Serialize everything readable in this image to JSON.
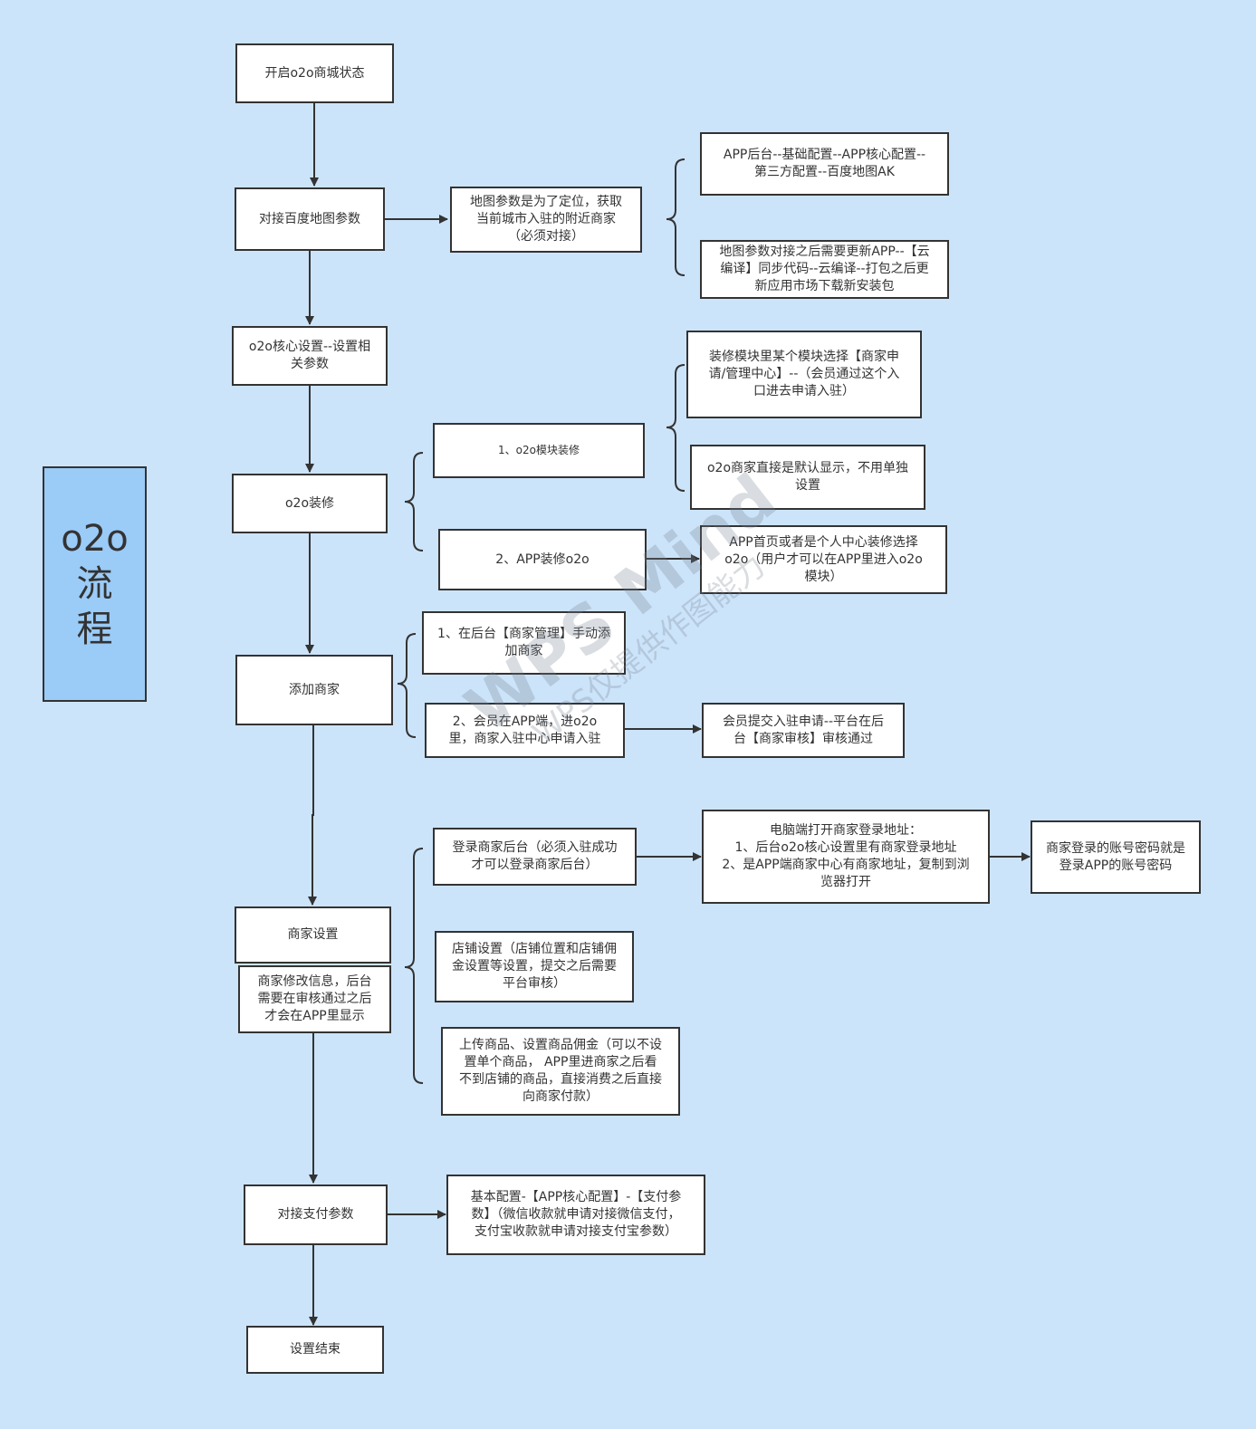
{
  "title": {
    "line1": "o2o",
    "line2": "流",
    "line3": "程"
  },
  "nodes": {
    "start": "开启o2o商城状态",
    "baidu_map": "对接百度地图参数",
    "map_purpose": "地图参数是为了定位，获取\n当前城市入驻的附近商家\n（必须对接）",
    "map_path": "APP后台--基础配置--APP核心配置--\n第三方配置--百度地图AK",
    "map_update": "地图参数对接之后需要更新APP--【云\n编译】同步代码--云编译--打包之后更\n新应用市场下载新安装包",
    "core_setting": "o2o核心设置--设置相\n关参数",
    "decor": "o2o装修",
    "module_decor": "1、o2o模块装修",
    "module_select": "装修模块里某个模块选择【商家申\n请/管理中心】--（会员通过这个入\n口进去申请入驻）",
    "merchant_default": "o2o商家直接是默认显示，不用单独\n设置",
    "app_decor": "2、APP装修o2o",
    "app_decor_detail": "APP首页或者是个人中心装修选择\no2o（用户才可以在APP里进入o2o\n模块）",
    "add_merchant": "添加商家",
    "add_backend": "1、在后台【商家管理】手动添\n加商家",
    "add_member": "2、会员在APP端，进o2o\n里，商家入驻中心申请入驻",
    "member_review": "会员提交入驻申请--平台在后\n台【商家审核】审核通过",
    "merchant_setting": "商家设置",
    "merchant_note": "商家修改信息，后台\n需要在审核通过之后\n才会在APP里显示",
    "login_backend": "登录商家后台（必须入驻成功\n才可以登录商家后台）",
    "login_address": "电脑端打开商家登录地址：\n1、后台o2o核心设置里有商家登录地址\n2、是APP端商家中心有商家地址，复制到浏\n览器打开",
    "login_account": "商家登录的账号密码就是\n登录APP的账号密码",
    "shop_setting": "店铺设置（店铺位置和店铺佣\n金设置等设置，提交之后需要\n平台审核）",
    "upload_goods": "上传商品、设置商品佣金（可以不设\n置单个商品， APP里进商家之后看\n不到店铺的商品，直接消费之后直接\n向商家付款）",
    "payment": "对接支付参数",
    "payment_detail": "基本配置-【APP核心配置】-【支付参\n数】（微信收款就申请对接微信支付，\n支付宝收款就申请对接支付宝参数）",
    "end": "设置结束"
  },
  "watermark": {
    "line1": "WPS Mind",
    "line2": "WPS仅提供作图能力"
  }
}
